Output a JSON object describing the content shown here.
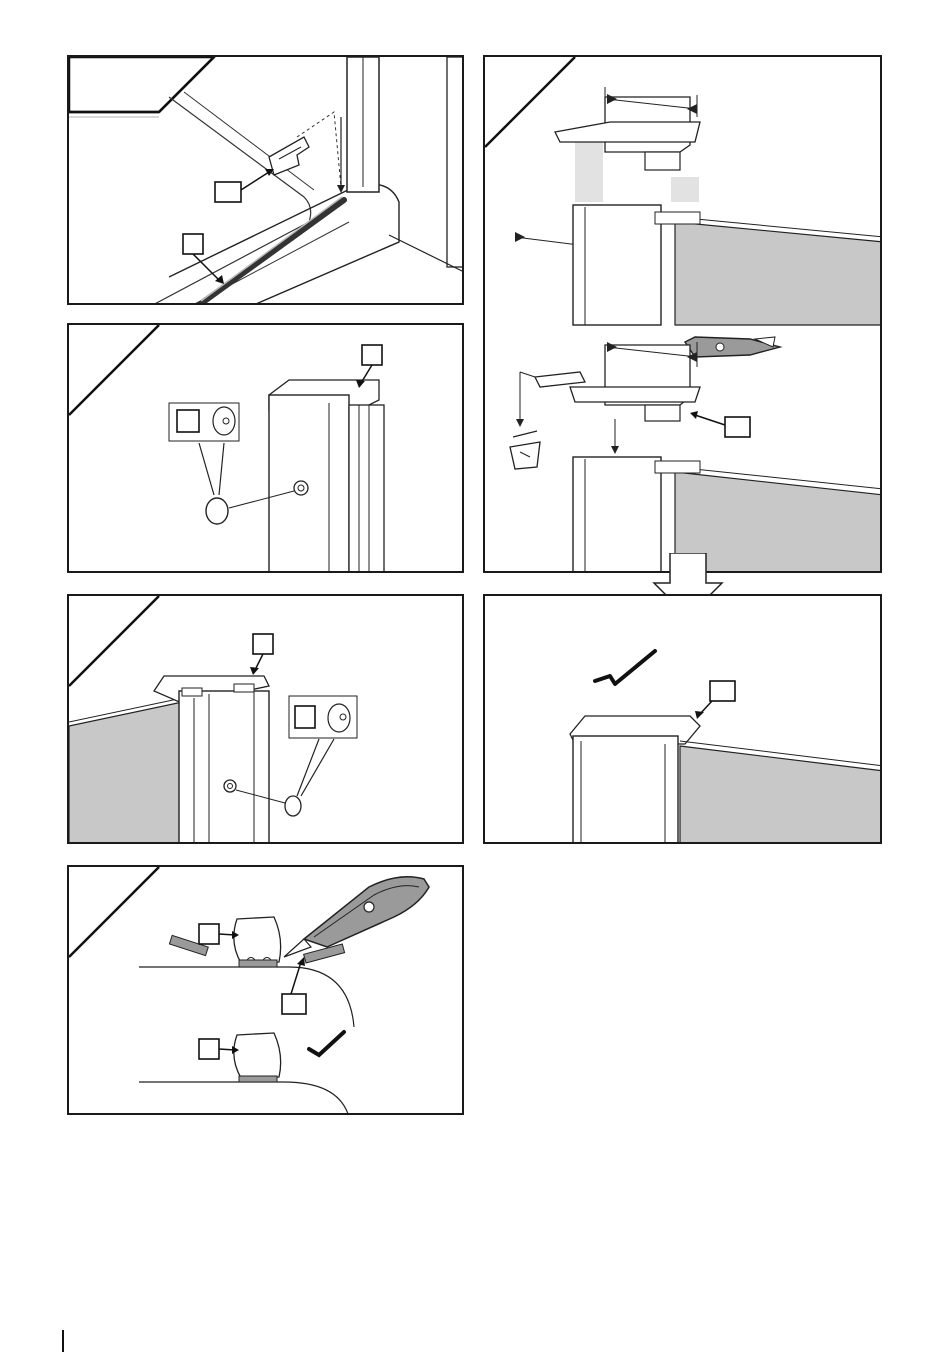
{
  "panels": [
    {
      "id": "step-1",
      "callouts": 2
    },
    {
      "id": "step-2",
      "callouts": 2
    },
    {
      "id": "step-3",
      "callouts": 2
    },
    {
      "id": "step-4",
      "callouts": 3
    },
    {
      "id": "step-5",
      "callouts": 1
    },
    {
      "id": "step-6",
      "callouts": 1
    }
  ],
  "colors": {
    "outline": "#1a1a1a",
    "panel_gray": "#c8c8c8",
    "tape_gray": "#9a9a9a",
    "background": "#ffffff"
  },
  "icons": [
    "check-mark-icon",
    "utility-knife-icon",
    "trash-bin-icon",
    "down-arrow-icon"
  ]
}
